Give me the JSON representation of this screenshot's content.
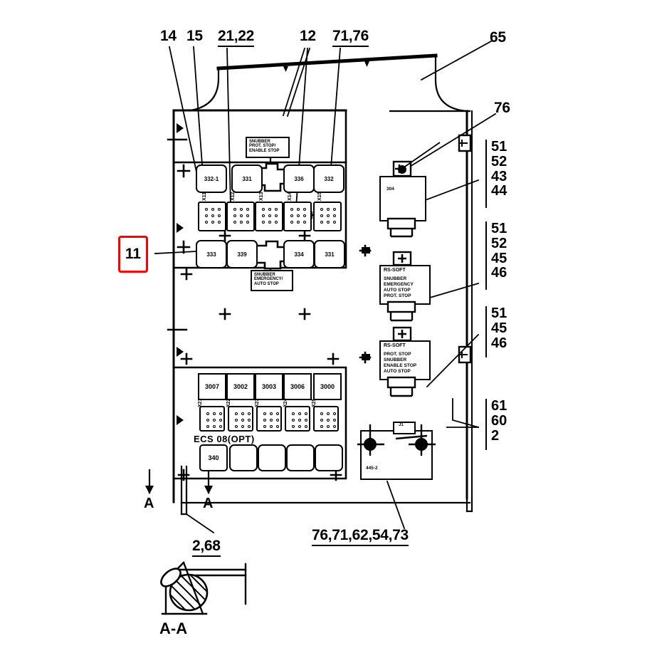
{
  "drawing": {
    "title": "A-A",
    "section_marks": [
      "A",
      "A"
    ],
    "highlight_callout": {
      "number": "11",
      "color": "#ff0000"
    }
  },
  "top_callouts": [
    {
      "id": "c14",
      "label": "14",
      "underline": false
    },
    {
      "id": "c15",
      "label": "15",
      "underline": false
    },
    {
      "id": "c2122",
      "label": "21,22",
      "underline": true
    },
    {
      "id": "c12",
      "label": "12",
      "underline": false
    },
    {
      "id": "c7176",
      "label": "71,76",
      "underline": true
    },
    {
      "id": "c65",
      "label": "65",
      "underline": false
    }
  ],
  "right_callouts": [
    {
      "id": "r76",
      "label": "76"
    },
    {
      "id": "rg1",
      "labels": [
        "51",
        "52",
        "43",
        "44"
      ]
    },
    {
      "id": "rg2",
      "labels": [
        "51",
        "52",
        "45",
        "46"
      ]
    },
    {
      "id": "rg3",
      "labels": [
        "51",
        "45",
        "46"
      ]
    },
    {
      "id": "rg4",
      "labels": [
        "61",
        "60",
        "2"
      ]
    }
  ],
  "bottom_callouts": [
    {
      "id": "b268",
      "label": "2,68",
      "underline": true
    },
    {
      "id": "b7671",
      "label": "76,71,62,54,73",
      "underline": true
    }
  ],
  "upper_panel": {
    "note_top": {
      "lines": [
        "SNUBBER",
        "PROT. STOP/",
        "ENABLE STOP"
      ]
    },
    "note_bottom": {
      "lines": [
        "SNUBBER",
        "EMERGENCY/",
        "AUTO STOP"
      ]
    },
    "relay_row_top": [
      {
        "label": "332-1"
      },
      {
        "label": "331"
      },
      {
        "label": "336"
      },
      {
        "label": "332"
      }
    ],
    "relay_row_bottom": [
      {
        "label": "333"
      },
      {
        "label": "339"
      },
      {
        "label": "334"
      },
      {
        "label": "331"
      }
    ],
    "connectors": [
      {
        "label": "X11"
      },
      {
        "label": "X12"
      },
      {
        "label": "X13"
      },
      {
        "label": "X14"
      },
      {
        "label": "X15"
      }
    ]
  },
  "lower_panel": {
    "modules": [
      {
        "label": "3007"
      },
      {
        "label": "3002"
      },
      {
        "label": "3003"
      },
      {
        "label": "3006"
      },
      {
        "label": "3000"
      }
    ],
    "connectors": [
      {
        "label": "X21"
      },
      {
        "label": "X22"
      },
      {
        "label": "X23"
      },
      {
        "label": "X24"
      },
      {
        "label": "X25"
      }
    ],
    "section_label": "ECS 08(OPT)",
    "module_340": {
      "label": "340"
    },
    "empty_slots": 3
  },
  "right_components": [
    {
      "id": "comp-top",
      "label": "304",
      "text_lines": []
    },
    {
      "id": "comp-mid",
      "header": "RS-SOFT",
      "text_lines": [
        "SNUBBER",
        "EMERGENCY",
        "AUTO STOP",
        "PROT. STOP"
      ]
    },
    {
      "id": "comp-low",
      "header": "RS-SOFT",
      "text_lines": [
        "PROT. STOP",
        "SNUBBER",
        "ENABLE STOP",
        "AUTO STOP"
      ]
    },
    {
      "id": "comp-battery",
      "label": "445-2",
      "terminal_label": "J1"
    }
  ]
}
